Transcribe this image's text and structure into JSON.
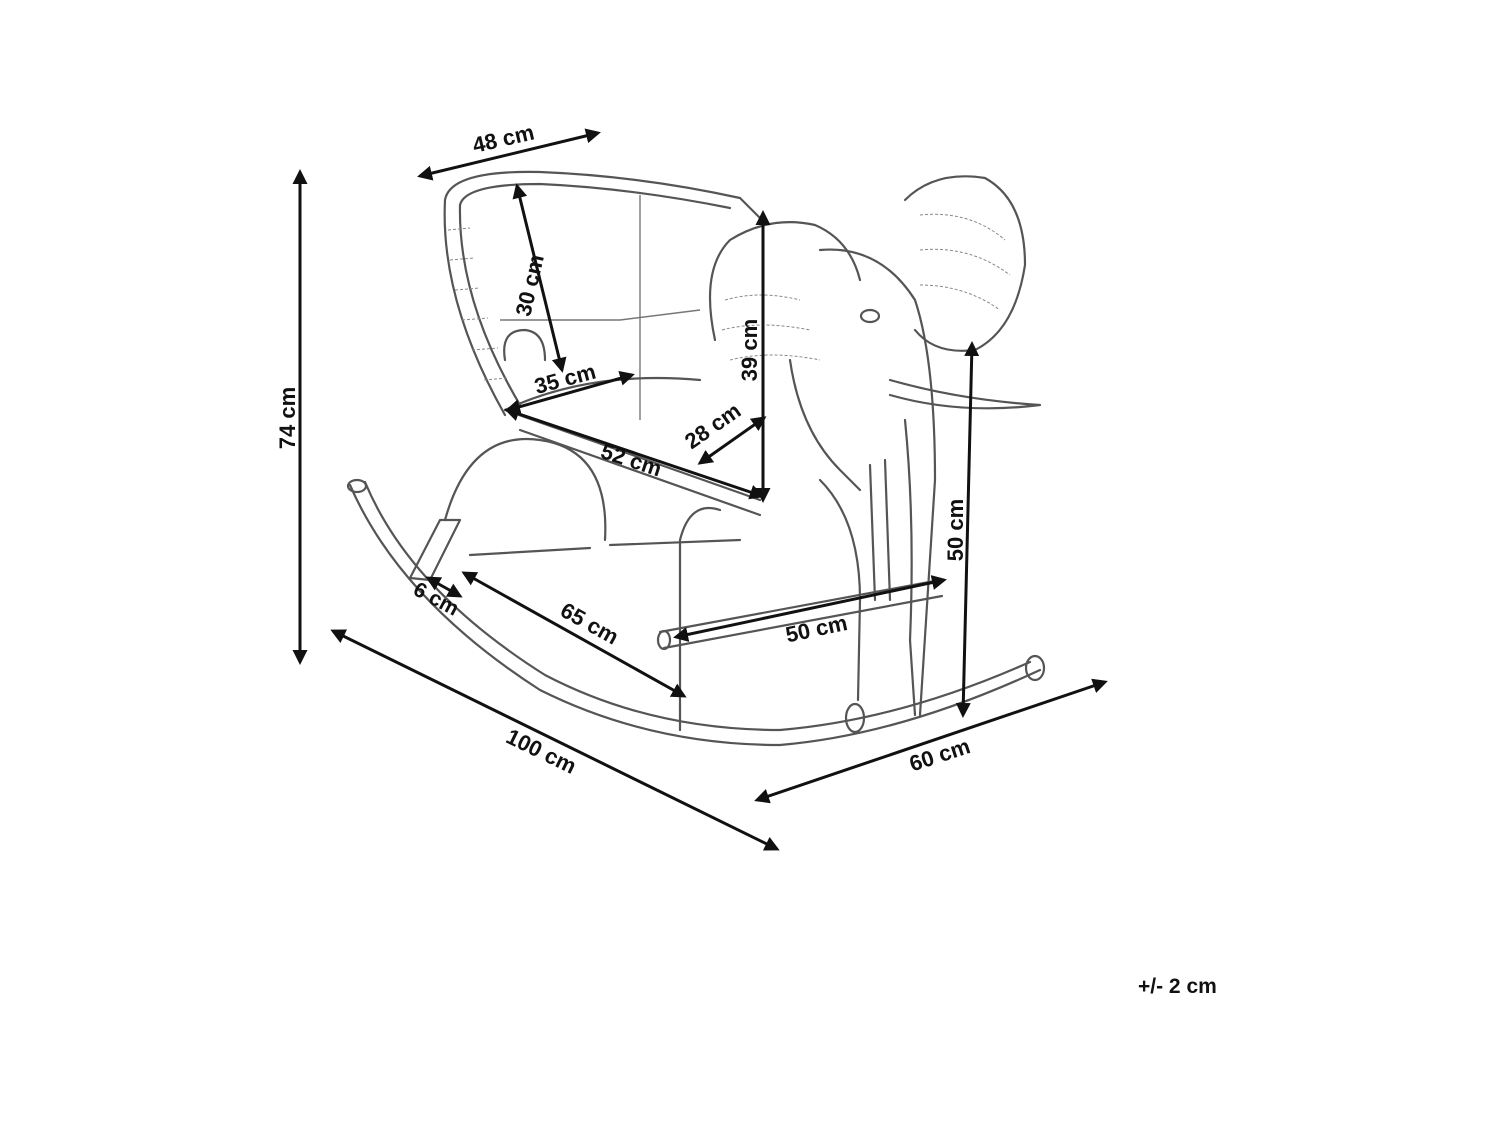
{
  "dimensions": {
    "total_height": "74 cm",
    "seat_width": "48 cm",
    "backrest_height": "30 cm",
    "head_height": "39 cm",
    "seat_depth": "35 cm",
    "seat_front_width": "28 cm",
    "seat_length": "52 cm",
    "handle_length": "50 cm",
    "head_floor_height": "50 cm",
    "rocker_thickness": "6 cm",
    "inner_rocker": "65 cm",
    "total_length": "100 cm",
    "total_width": "60 cm"
  },
  "tolerance": "+/- 2 cm"
}
